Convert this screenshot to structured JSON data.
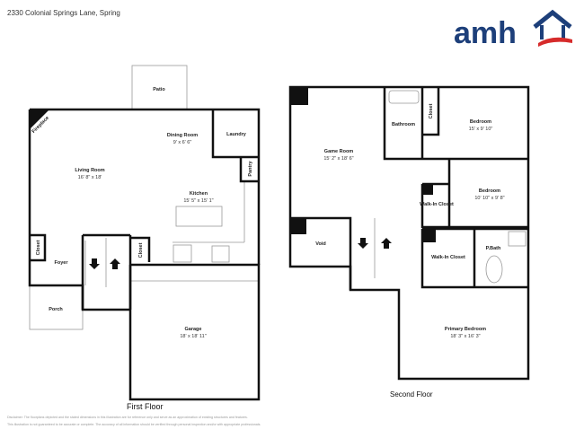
{
  "header": {
    "address": "2330 Colonial Springs Lane, Spring"
  },
  "logo": {
    "text": "amh",
    "brand_color": "#1d3f7a",
    "accent_color": "#d62b2b"
  },
  "first_floor": {
    "label": "First Floor",
    "rooms": [
      {
        "name": "Patio",
        "dims": ""
      },
      {
        "name": "Fireplace",
        "dims": ""
      },
      {
        "name": "Dining Room",
        "dims": "9' x 6' 6\""
      },
      {
        "name": "Laundry",
        "dims": ""
      },
      {
        "name": "Pantry",
        "dims": ""
      },
      {
        "name": "Living Room",
        "dims": "16' 8\" x 18'"
      },
      {
        "name": "Kitchen",
        "dims": "15' 5\" x 15' 1\""
      },
      {
        "name": "Closet",
        "dims": ""
      },
      {
        "name": "Foyer",
        "dims": ""
      },
      {
        "name": "Closet",
        "dims": ""
      },
      {
        "name": "Porch",
        "dims": ""
      },
      {
        "name": "Garage",
        "dims": "18' x 18' 11\""
      }
    ]
  },
  "second_floor": {
    "label": "Second Floor",
    "rooms": [
      {
        "name": "Game Room",
        "dims": "15' 2\" x 18' 6\""
      },
      {
        "name": "Bathroom",
        "dims": ""
      },
      {
        "name": "Closet",
        "dims": ""
      },
      {
        "name": "Bedroom",
        "dims": "15' x 9' 10\""
      },
      {
        "name": "Bedroom",
        "dims": "10' 10\" x 9' 8\""
      },
      {
        "name": "Walk-In Closet",
        "dims": ""
      },
      {
        "name": "Void",
        "dims": ""
      },
      {
        "name": "Walk-In Closet",
        "dims": ""
      },
      {
        "name": "P.Bath",
        "dims": ""
      },
      {
        "name": "Primary Bedroom",
        "dims": "18' 3\" x 16' 3\""
      }
    ]
  },
  "disclaimer": {
    "line1": "Disclaimer: The floorplans depicted and the stated dimensions in this illustration are for reference only and serve as an approximation of existing structures and features.",
    "line2": "This illustration is not guaranteed to be accurate or complete. The accuracy of all information should be verified through personal inspection and/or with appropriate professionals."
  }
}
